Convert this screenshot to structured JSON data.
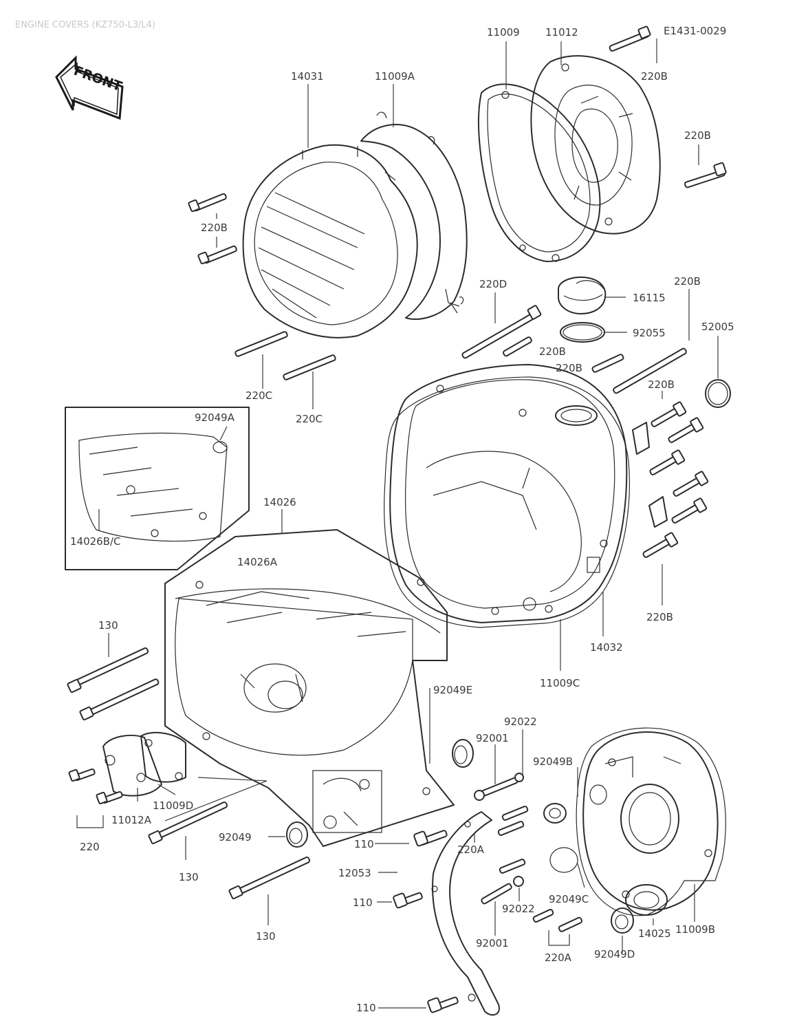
{
  "header": {
    "text": "ENGINE COVERS (KZ750-L3/L4)"
  },
  "front_indicator": {
    "label": "FRONT"
  },
  "part_labels": [
    {
      "id": "lbl-14031",
      "text": "14031"
    },
    {
      "id": "lbl-11009a",
      "text": "11009A"
    },
    {
      "id": "lbl-11009",
      "text": "11009"
    },
    {
      "id": "lbl-11012",
      "text": "11012"
    },
    {
      "id": "lbl-e1431",
      "text": "E1431-0029"
    },
    {
      "id": "lbl-220b-1",
      "text": "220B"
    },
    {
      "id": "lbl-220b-2",
      "text": "220B"
    },
    {
      "id": "lbl-220b-3",
      "text": "220B"
    },
    {
      "id": "lbl-220d",
      "text": "220D"
    },
    {
      "id": "lbl-220b-4",
      "text": "220B"
    },
    {
      "id": "lbl-16115",
      "text": "16115"
    },
    {
      "id": "lbl-92055",
      "text": "92055"
    },
    {
      "id": "lbl-52005",
      "text": "52005"
    },
    {
      "id": "lbl-220b-5",
      "text": "220B"
    },
    {
      "id": "lbl-220b-6",
      "text": "220B"
    },
    {
      "id": "lbl-220b-7",
      "text": "220B"
    },
    {
      "id": "lbl-220c-1",
      "text": "220C"
    },
    {
      "id": "lbl-220c-2",
      "text": "220C"
    },
    {
      "id": "lbl-92049a",
      "text": "92049A"
    },
    {
      "id": "lbl-14026",
      "text": "14026"
    },
    {
      "id": "lbl-14026bc",
      "text": "14026B/C"
    },
    {
      "id": "lbl-14026a",
      "text": "14026A"
    },
    {
      "id": "lbl-220b-8",
      "text": "220B"
    },
    {
      "id": "lbl-14032",
      "text": "14032"
    },
    {
      "id": "lbl-11009c",
      "text": "11009C"
    },
    {
      "id": "lbl-130-1",
      "text": "130"
    },
    {
      "id": "lbl-92049e",
      "text": "92049E"
    },
    {
      "id": "lbl-92022-1",
      "text": "92022"
    },
    {
      "id": "lbl-92001-1",
      "text": "92001"
    },
    {
      "id": "lbl-92049b",
      "text": "92049B"
    },
    {
      "id": "lbl-11009d",
      "text": "11009D"
    },
    {
      "id": "lbl-11012a",
      "text": "11012A"
    },
    {
      "id": "lbl-220",
      "text": "220"
    },
    {
      "id": "lbl-130-2",
      "text": "130"
    },
    {
      "id": "lbl-92049",
      "text": "92049"
    },
    {
      "id": "lbl-110-1",
      "text": "110"
    },
    {
      "id": "lbl-220a-1",
      "text": "220A"
    },
    {
      "id": "lbl-12053",
      "text": "12053"
    },
    {
      "id": "lbl-110-2",
      "text": "110"
    },
    {
      "id": "lbl-92022-2",
      "text": "92022"
    },
    {
      "id": "lbl-92001-2",
      "text": "92001"
    },
    {
      "id": "lbl-92049c",
      "text": "92049C"
    },
    {
      "id": "lbl-14025",
      "text": "14025"
    },
    {
      "id": "lbl-11009b",
      "text": "11009B"
    },
    {
      "id": "lbl-130-3",
      "text": "130"
    },
    {
      "id": "lbl-110-3",
      "text": "110"
    },
    {
      "id": "lbl-220a-2",
      "text": "220A"
    },
    {
      "id": "lbl-92049d",
      "text": "92049D"
    }
  ]
}
